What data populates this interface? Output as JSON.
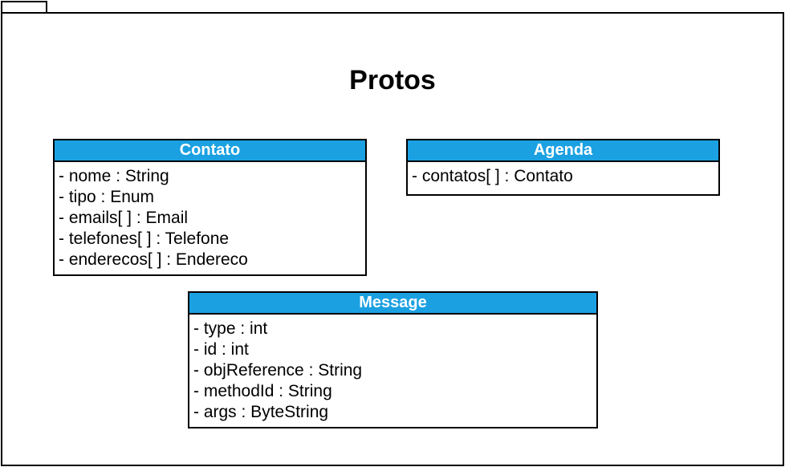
{
  "package": {
    "title": "Protos"
  },
  "colors": {
    "header_fill": "#1BA1E2",
    "header_text": "#FFFFFF",
    "border": "#000000"
  },
  "classes": {
    "contato": {
      "name": "Contato",
      "attributes": [
        "- nome : String",
        "- tipo : Enum",
        "- emails[ ] : Email",
        "- telefones[ ] : Telefone",
        "- enderecos[ ] : Endereco"
      ]
    },
    "agenda": {
      "name": "Agenda",
      "attributes": [
        "- contatos[ ] : Contato"
      ]
    },
    "message": {
      "name": "Message",
      "attributes": [
        "- type : int",
        "- id : int",
        "- objReference : String",
        "- methodId : String",
        "- args : ByteString"
      ]
    }
  }
}
